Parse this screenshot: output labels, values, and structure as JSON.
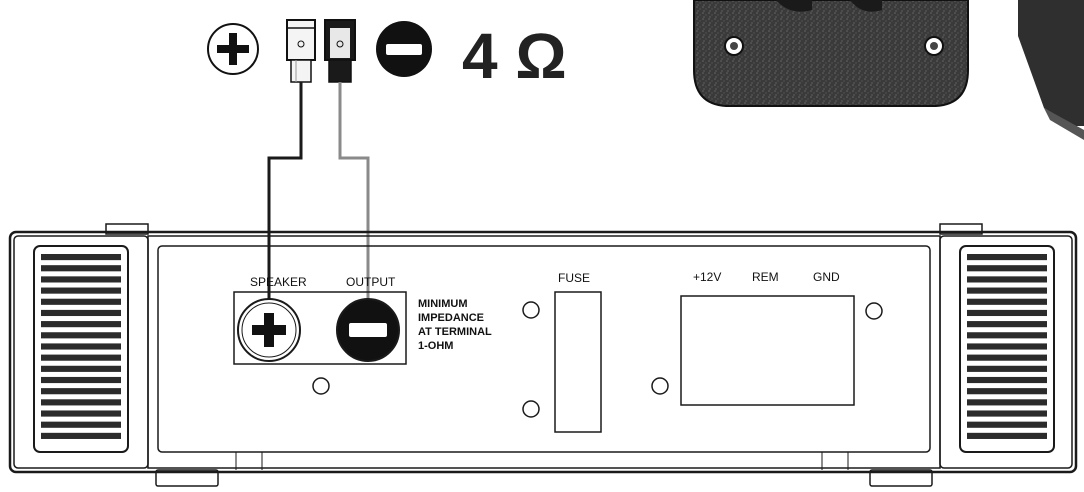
{
  "top_wiring": {
    "impedance_text": "4 Ω",
    "plus_symbol_icon": "plus-circle-icon",
    "minus_symbol_icon": "minus-circle-icon"
  },
  "amplifier_panel": {
    "speaker_label": "SPEAKER",
    "output_label": "OUTPUT",
    "impedance_note": [
      "MINIMUM",
      "IMPEDANCE",
      "AT TERMINAL",
      "1-OHM"
    ],
    "fuse_label": "FUSE",
    "power_labels": [
      "+12V",
      "REM",
      "GND"
    ]
  },
  "colors": {
    "line": "#1a1a1a",
    "grey_wire": "#8a8a8a",
    "speaker_grille": "#2b2b2b"
  }
}
